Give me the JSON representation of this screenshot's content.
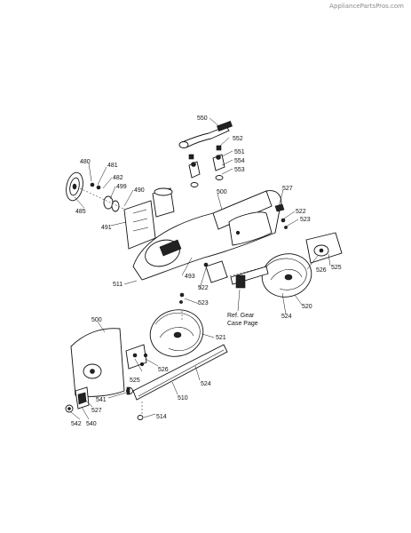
{
  "watermark": "AppliancePartsPros.com",
  "callouts": {
    "c550": "550",
    "c552": "552",
    "c551": "551",
    "c554": "554",
    "c553": "553",
    "c480": "480",
    "c481": "481",
    "c482": "482",
    "c499": "499",
    "c490": "490",
    "c485": "485",
    "c491": "491",
    "c500a": "500",
    "c527a": "527",
    "c522a": "522",
    "c523a": "523",
    "c526a": "526",
    "c525a": "525",
    "c493": "493",
    "c511": "511",
    "c522b": "522",
    "c523b": "523",
    "c524a": "524",
    "c520": "520",
    "c521": "521",
    "c500b": "500",
    "c526b": "526",
    "c525b": "525",
    "c524b": "524",
    "c510": "510",
    "c541": "541",
    "c527b": "527",
    "c514": "514",
    "c542": "542",
    "c540": "540"
  },
  "reference": {
    "line1": "Ref. Gear",
    "line2": "Case Page"
  }
}
